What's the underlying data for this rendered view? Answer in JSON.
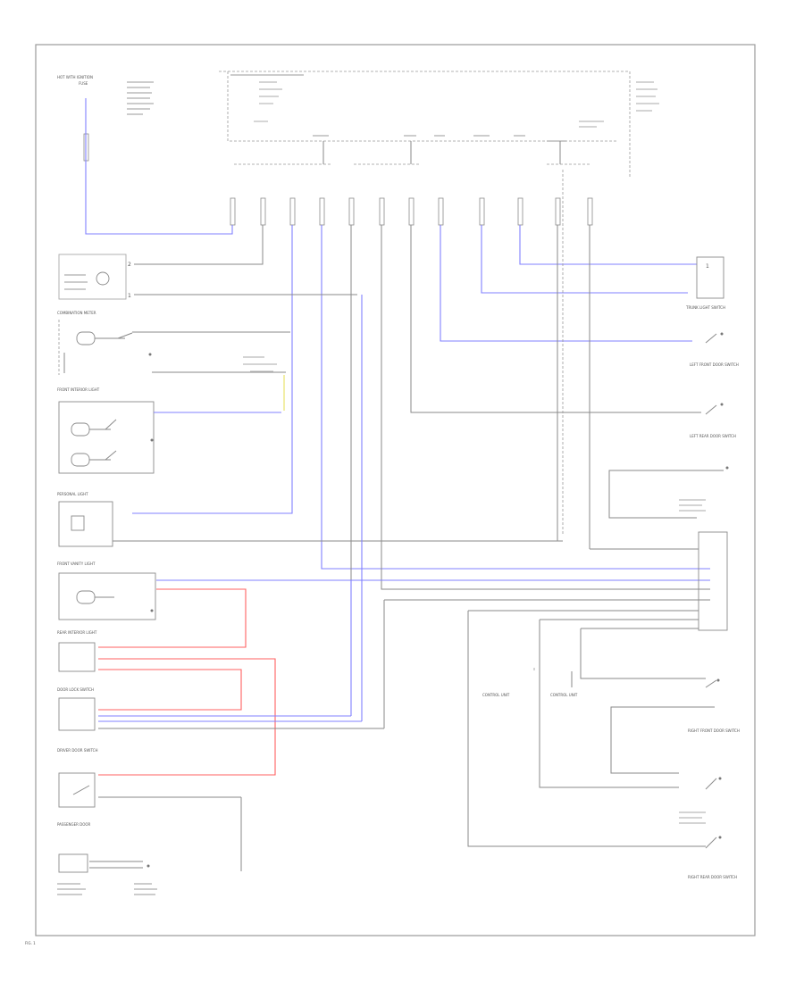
{
  "diagram": {
    "labels": {
      "hot_label": "HOT WITH IGNITION",
      "fuse_note": "FUSE",
      "meter_box": "COMBINATION METER",
      "front_interior_light": "FRONT INTERIOR LIGHT",
      "personal_light": "PERSONAL LIGHT",
      "front_vanity_light": "FRONT VANITY LIGHT",
      "rear_interior_light": "REAR INTERIOR LIGHT",
      "door_lock_switch": "DOOR LOCK SWITCH",
      "driver_door_switch": "DRIVER DOOR SWITCH",
      "passenger_door": "PASSENGER DOOR",
      "left_front_door": "LEFT FRONT DOOR SWITCH",
      "left_rear_door": "LEFT REAR DOOR SWITCH",
      "right_front_door": "RIGHT FRONT DOOR SWITCH",
      "right_rear_door": "RIGHT REAR DOOR SWITCH",
      "trunk_switch": "TRUNK LIGHT SWITCH",
      "control_unit_a": "CONTROL UNIT",
      "control_unit_b": "CONTROL UNIT",
      "footer_code": "FIG. 1"
    }
  }
}
